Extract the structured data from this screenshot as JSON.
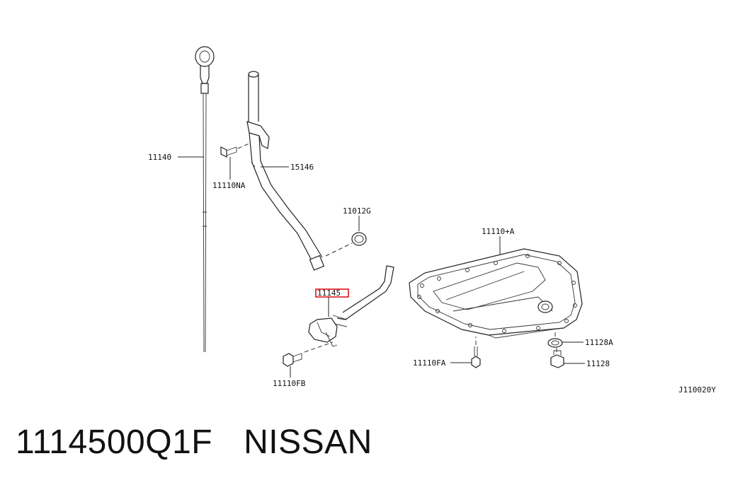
{
  "diagram": {
    "labels": {
      "dipstick": "11140",
      "bolt_na": "11110NA",
      "guide_tube": "15146",
      "o_ring": "11012G",
      "oil_pan_assy": "11110+A",
      "highlighted_part": "11145",
      "bolt_fb": "11110FB",
      "bolt_fa": "11110FA",
      "drain_washer": "11128A",
      "drain_plug": "11128",
      "drawing_code": "J110020Y"
    },
    "highlight_color": "#e0141e"
  },
  "footer": {
    "part_number": "1114500Q1F",
    "brand": "NISSAN"
  }
}
